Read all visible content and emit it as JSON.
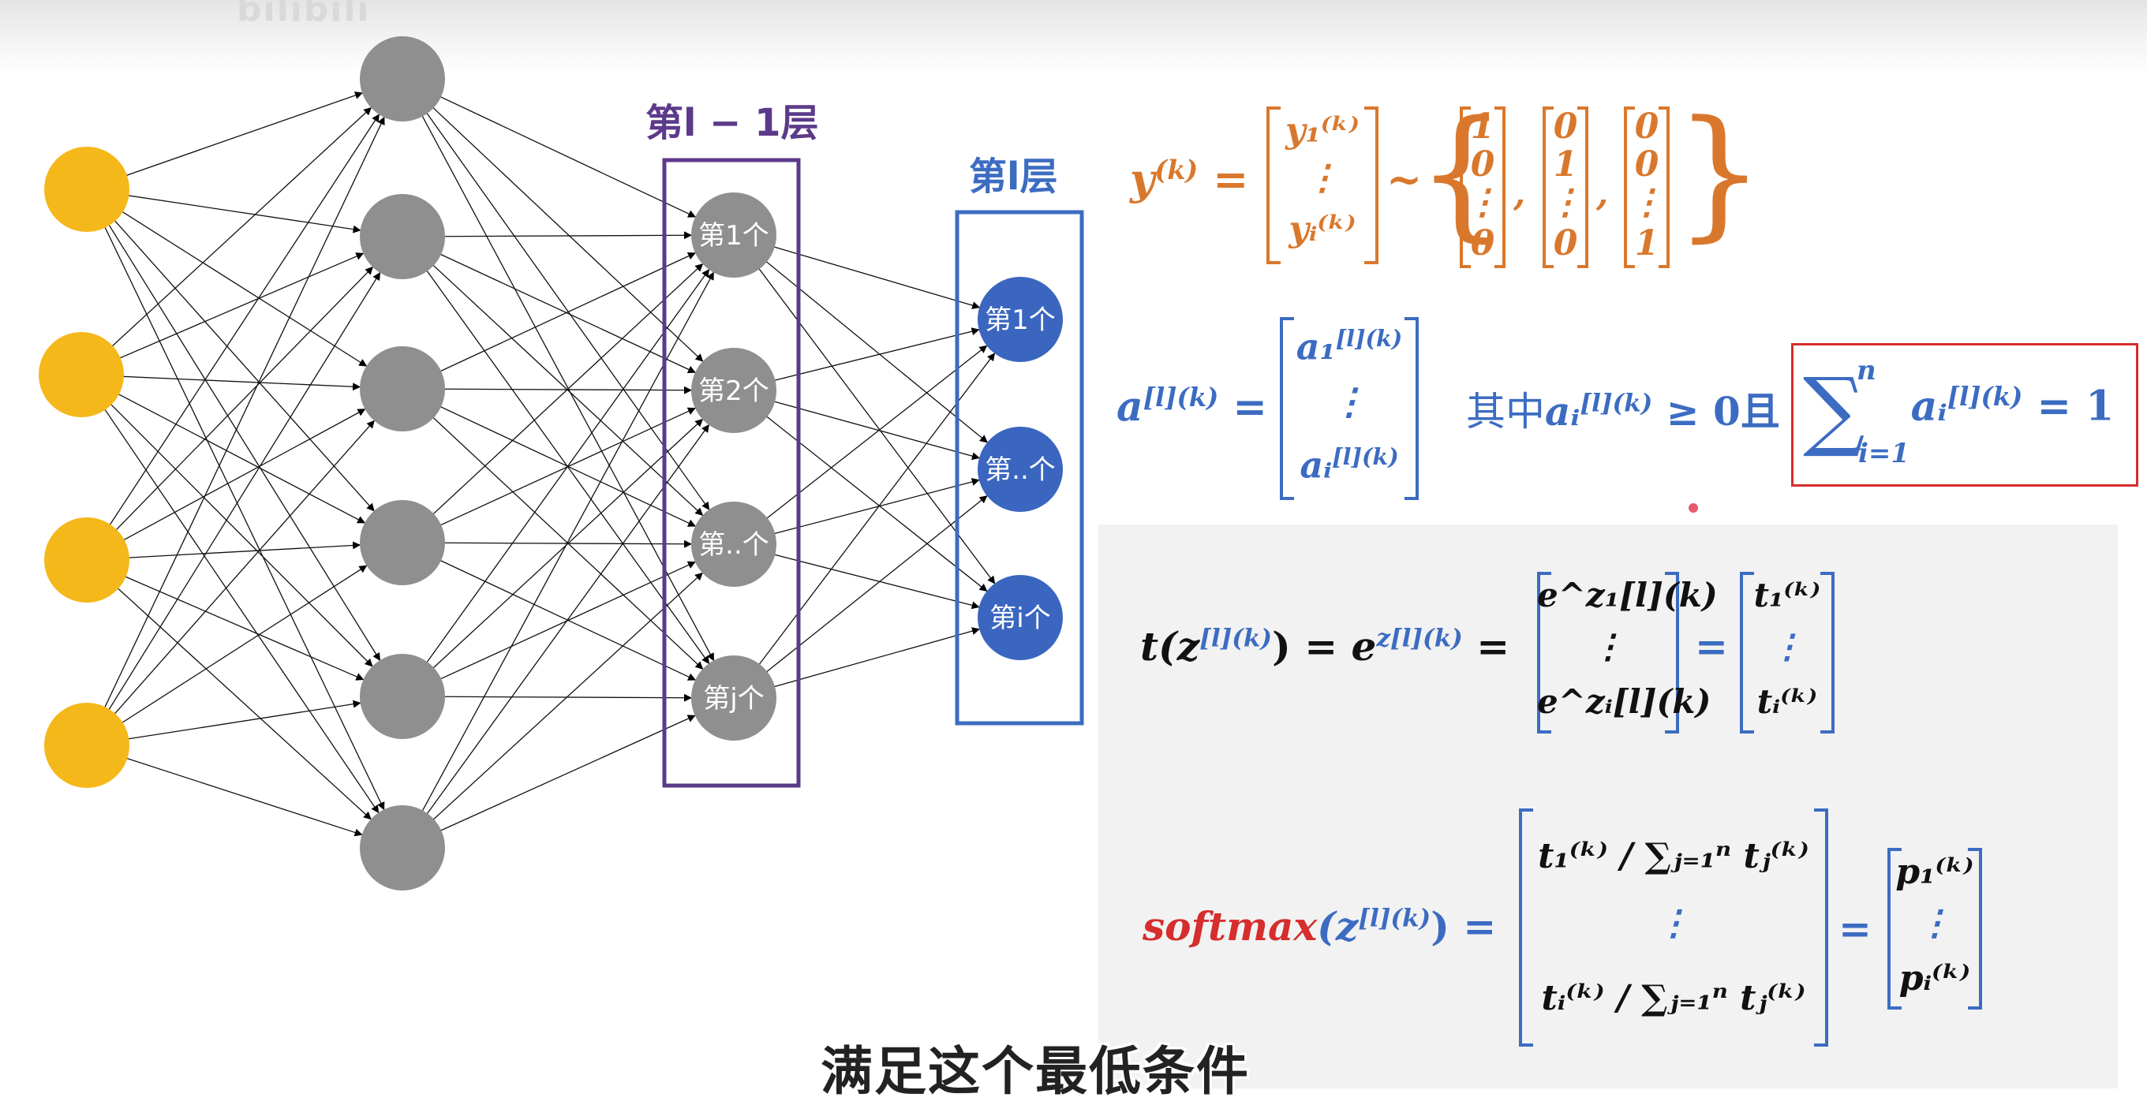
{
  "watermark": "bilibili",
  "layers": {
    "prev_label": "第l − 1层",
    "curr_label": "第l层",
    "prev_nodes": [
      "第1个",
      "第2个",
      "第..个",
      "第j个"
    ],
    "curr_nodes": [
      "第1个",
      "第..个",
      "第i个"
    ]
  },
  "formula_y": {
    "lhs": "y",
    "sup": "(k)",
    "eq": "=",
    "vec": [
      "y₁⁽ᵏ⁾",
      "⋮",
      "yᵢ⁽ᵏ⁾"
    ],
    "tilde": "~",
    "onehots": [
      [
        "1",
        "0",
        "⋮",
        "0"
      ],
      [
        "0",
        "1",
        "⋮",
        "0"
      ],
      [
        "0",
        "0",
        "⋮",
        "1"
      ]
    ]
  },
  "formula_a": {
    "lhs": "a",
    "sup": "[l](k)",
    "vec": [
      "a₁",
      "⋮",
      "aᵢ"
    ],
    "vec_sup": "[l](k)",
    "cond_text": "其中",
    "cond_var": "aᵢ",
    "cond_sup": "[l](k)",
    "cond_rel": "≥ 0且",
    "sum": "∑",
    "sum_top": "n",
    "sum_bot": "i=1",
    "sum_var": "aᵢ",
    "sum_sup": "[l](k)",
    "sum_rhs": "= 1"
  },
  "formula_t": {
    "lhs": "t(z",
    "lhs_sup": "[l](k)",
    "lhs_close": ")",
    "exp": "= e",
    "exp_sup": "z[l](k)",
    "vec1": [
      "e^z₁[l](k)",
      "⋮",
      "e^zᵢ[l](k)"
    ],
    "vec2": [
      "t₁⁽ᵏ⁾",
      "⋮",
      "tᵢ⁽ᵏ⁾"
    ]
  },
  "formula_softmax": {
    "name": "softmax",
    "arg": "(z",
    "arg_sup": "[l](k)",
    "arg_close": ")",
    "rows": [
      "t₁⁽ᵏ⁾ / ∑ⱼ₌₁ⁿ tⱼ⁽ᵏ⁾",
      "⋮",
      "tᵢ⁽ᵏ⁾ / ∑ⱼ₌₁ⁿ tⱼ⁽ᵏ⁾"
    ],
    "result": [
      "p₁⁽ᵏ⁾",
      "⋮",
      "pᵢ⁽ᵏ⁾"
    ]
  },
  "subtitle": "满足这个最低条件",
  "colors": {
    "input": "#f5b81a",
    "hidden": "#8f8f8f",
    "prev_box": "#5c3a8a",
    "curr_box": "#3c6cc2",
    "curr_node": "#3a66c0",
    "orange": "#d9782d",
    "red": "#d62d2d"
  }
}
